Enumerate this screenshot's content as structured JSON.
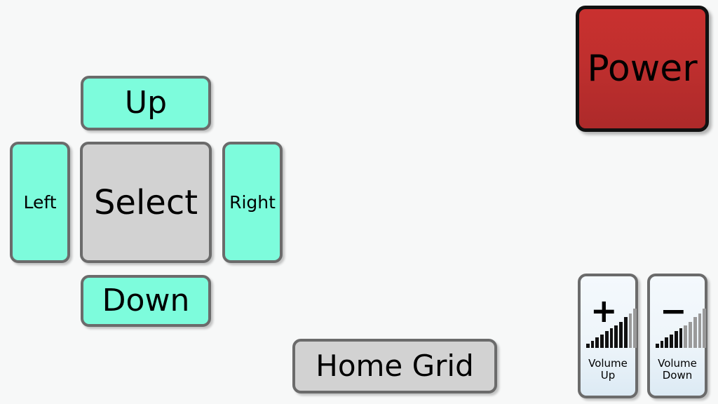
{
  "screen": {
    "name": "remote-control-panel",
    "background_color": "#f7f8f8"
  },
  "dpad": {
    "up": {
      "label": "Up"
    },
    "down": {
      "label": "Down"
    },
    "left": {
      "label": "Left"
    },
    "right": {
      "label": "Right"
    },
    "select": {
      "label": "Select"
    }
  },
  "home": {
    "grid_label": "Home Grid"
  },
  "power": {
    "label": "Power",
    "color_top": "#c9302f",
    "color_bottom": "#ad2a2a"
  },
  "volume": {
    "up": {
      "sign": "+",
      "label_line1": "Volume",
      "label_line2": "Up",
      "icon": "volume-bars-icon",
      "bars": [
        10,
        18,
        26,
        34,
        42,
        50,
        58,
        66,
        78,
        88,
        100
      ],
      "muted_from_index": 9
    },
    "down": {
      "sign": "−",
      "label_line1": "Volume",
      "label_line2": "Down",
      "icon": "volume-bars-icon",
      "bars": [
        10,
        18,
        26,
        34,
        42,
        50,
        58,
        66,
        78,
        88,
        100
      ],
      "muted_from_index": 6
    }
  },
  "colors": {
    "teal": "#7dfcdc",
    "gray": "#d2d2d2",
    "border": "#6b6b6b",
    "volume_tint_top": "#f4f9fd",
    "volume_tint_bottom": "#dceaf4"
  }
}
